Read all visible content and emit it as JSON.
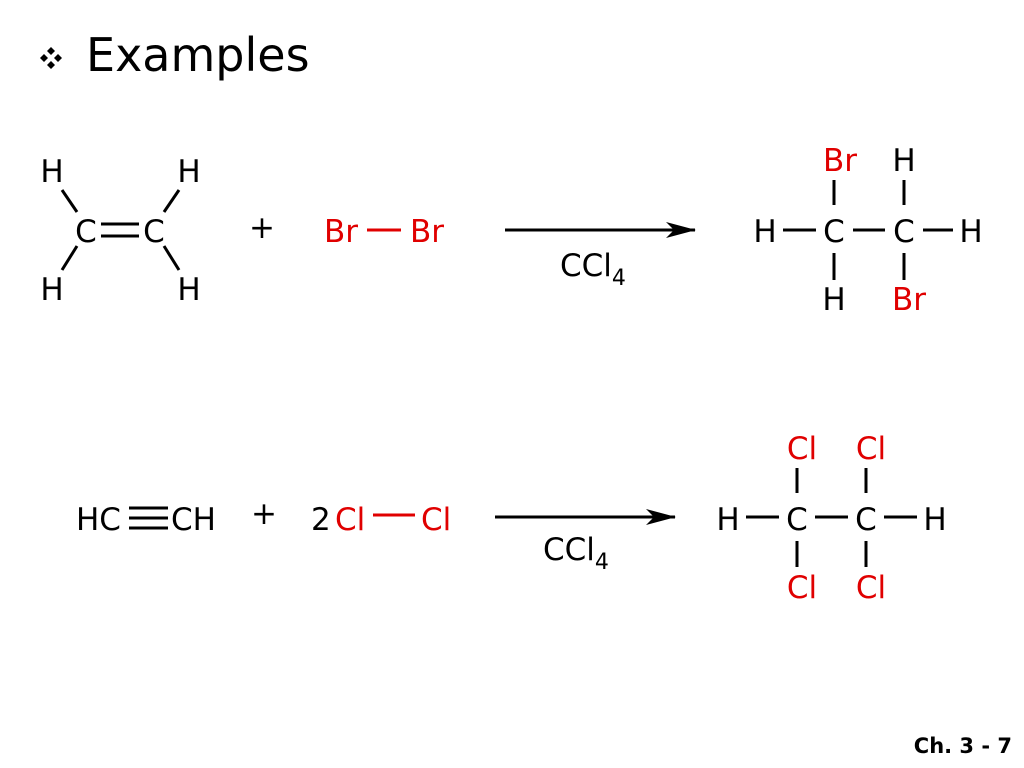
{
  "slide": {
    "title": "Examples",
    "bullet_icon": "diamond-bullet-icon",
    "page_label": "Ch. 3 - 7"
  },
  "colors": {
    "text": "#000000",
    "halogen": "#e00000"
  },
  "reaction1": {
    "reactant1": {
      "atoms": {
        "C": "C",
        "H": "H"
      }
    },
    "plus": "+",
    "reactant2": {
      "atom": "Br"
    },
    "conditions": {
      "base": "CCl",
      "subscript": "4"
    },
    "product": {
      "C": "C",
      "H": "H",
      "Br": "Br"
    }
  },
  "reaction2": {
    "reactant1": {
      "left": "HC",
      "right": "CH"
    },
    "plus": "+",
    "coefficient": "2",
    "reactant2": {
      "atom": "Cl"
    },
    "conditions": {
      "base": "CCl",
      "subscript": "4"
    },
    "product": {
      "C": "C",
      "H": "H",
      "Cl": "Cl"
    }
  }
}
